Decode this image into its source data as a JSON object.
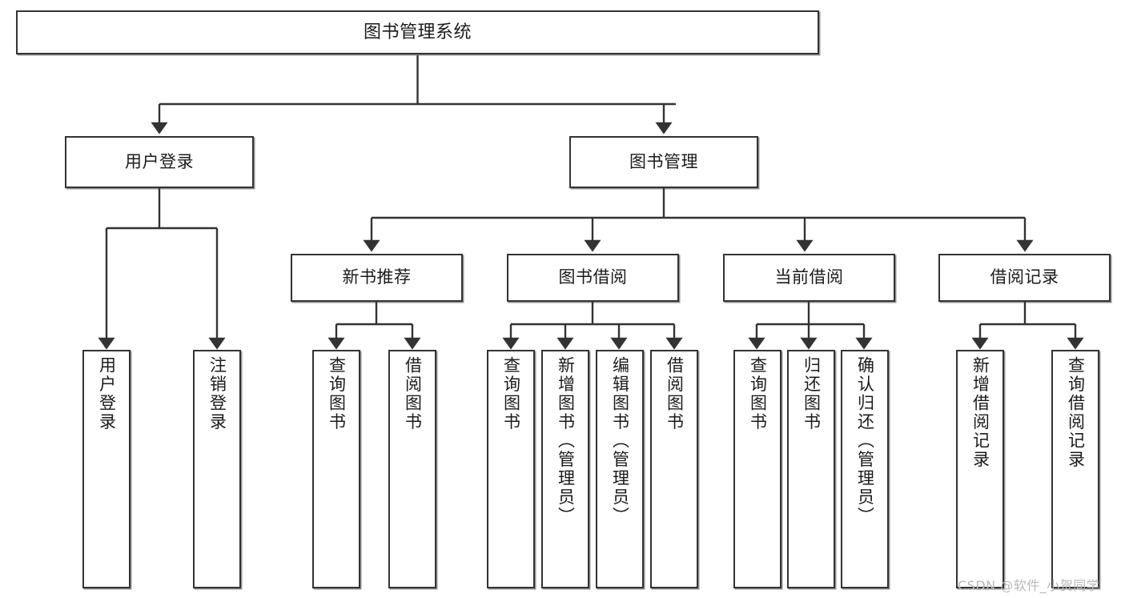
{
  "diagram": {
    "title": "图书管理系统",
    "type": "hierarchy-tree",
    "watermark": "CSDN @软件_小贺同学",
    "nodes": {
      "root": {
        "label": "图书管理系统"
      },
      "level2": [
        {
          "id": "user-login",
          "label": "用户登录"
        },
        {
          "id": "book-management",
          "label": "图书管理"
        }
      ],
      "level3": [
        {
          "id": "new-book-recommend",
          "label": "新书推荐"
        },
        {
          "id": "book-borrow",
          "label": "图书借阅"
        },
        {
          "id": "current-borrow",
          "label": "当前借阅"
        },
        {
          "id": "borrow-record",
          "label": "借阅记录"
        }
      ],
      "leaves": {
        "user_login": [
          {
            "id": "leaf-user-login",
            "label": "用户登录"
          },
          {
            "id": "leaf-user-logout",
            "label": "注销登录"
          }
        ],
        "new_book_recommend": [
          {
            "id": "leaf-query-book-1",
            "label": "查询图书"
          },
          {
            "id": "leaf-borrow-book-1",
            "label": "借阅图书"
          }
        ],
        "book_borrow": [
          {
            "id": "leaf-query-book-2",
            "label": "查询图书"
          },
          {
            "id": "leaf-add-book",
            "label": "新增图书（管理员）"
          },
          {
            "id": "leaf-edit-book",
            "label": "编辑图书（管理员）"
          },
          {
            "id": "leaf-borrow-book-2",
            "label": "借阅图书"
          }
        ],
        "current_borrow": [
          {
            "id": "leaf-query-book-3",
            "label": "查询图书"
          },
          {
            "id": "leaf-return-book",
            "label": "归还图书"
          },
          {
            "id": "leaf-confirm-return",
            "label": "确认归还（管理员）"
          }
        ],
        "borrow_record": [
          {
            "id": "leaf-add-record",
            "label": "新增借阅记录"
          },
          {
            "id": "leaf-query-record",
            "label": "查询借阅记录"
          }
        ]
      }
    },
    "colors": {
      "stroke": "#333333",
      "fill": "#ffffff",
      "text": "#1b1b1b",
      "watermark": "#b8b8b8"
    }
  }
}
